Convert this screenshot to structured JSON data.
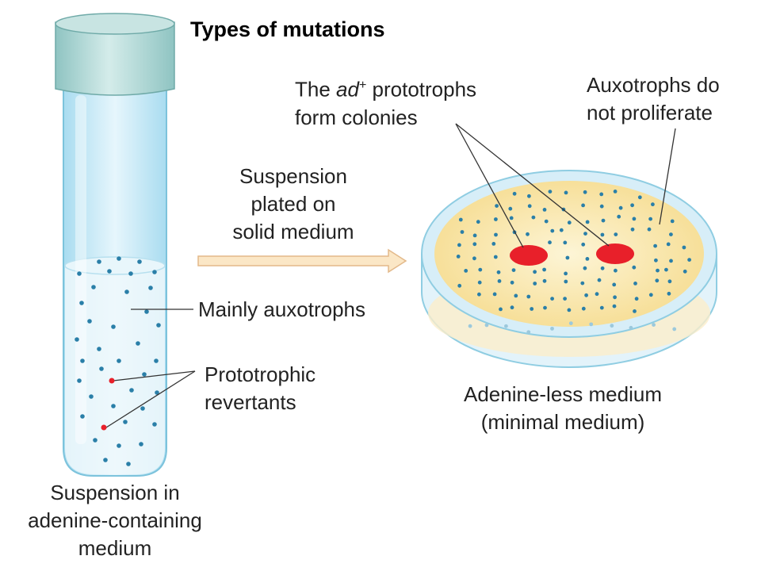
{
  "title": "Types of mutations",
  "labels": {
    "prototrophs_prefix": "The ",
    "prototrophs_italic": "ad",
    "prototrophs_sup": "+",
    "prototrophs_line1_rest": " prototrophs",
    "prototrophs_line2": "form colonies",
    "auxotrophs_no_line1": "Auxotrophs do",
    "auxotrophs_no_line2": "not proliferate",
    "plated_line1": "Suspension",
    "plated_line2": "plated on",
    "plated_line3": "solid medium",
    "mainly_auxotrophs": "Mainly auxotrophs",
    "revertants_line1": "Prototrophic",
    "revertants_line2": "revertants",
    "dish_line1": "Adenine-less medium",
    "dish_line2": "(minimal medium)",
    "tube_line1": "Suspension in",
    "tube_line2": "adenine-containing",
    "tube_line3": "medium"
  },
  "colors": {
    "tube_glass": "#bfe6f5",
    "tube_cap": "#a9d4d2",
    "auxotroph_dot": "#2a7fa8",
    "prototroph": "#e8202a",
    "agar": "#f9e6a6",
    "arrow_fill": "#fbe7c6"
  }
}
